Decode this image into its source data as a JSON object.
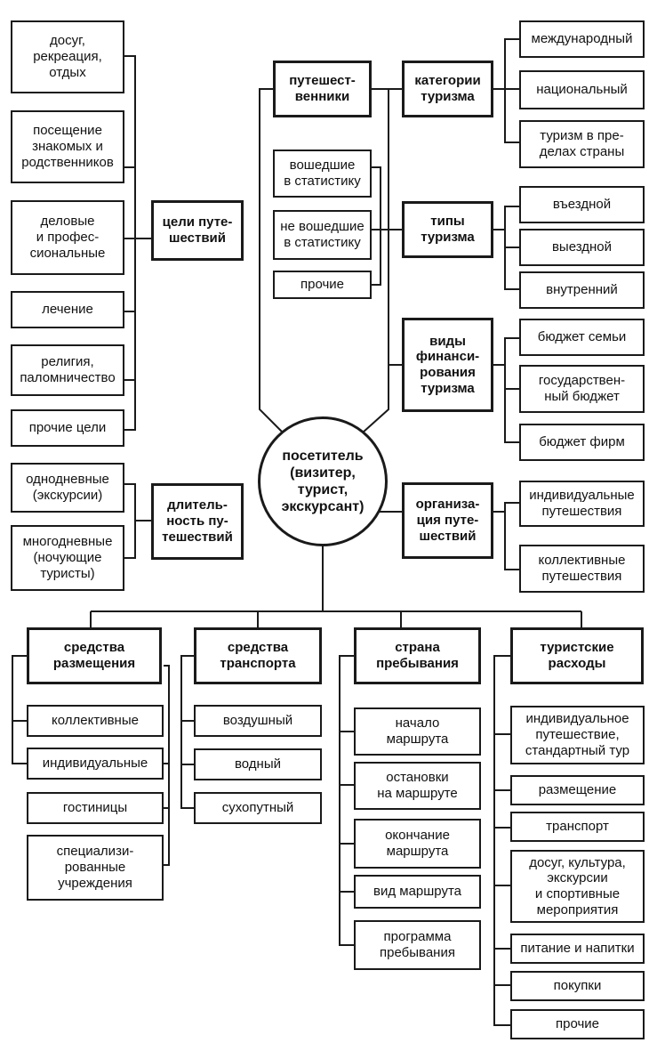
{
  "center": "посетитель\n(визитер,\nтурист,\nэкскурсант)",
  "goals": {
    "title": "цели путе-\nшествий",
    "items": [
      "досуг,\nрекреация,\nотдых",
      "посещение\nзнакомых и\nродственников",
      "деловые\nи профес-\nсиональные",
      "лечение",
      "религия,\nпаломничество",
      "прочие цели"
    ]
  },
  "duration": {
    "title": "длитель-\nность пу-\nтешествий",
    "items": [
      "однодневные\n(экскурсии)",
      "многодневные\n(ночующие\nтуристы)"
    ]
  },
  "travelers": {
    "title": "путешест-\nвенники",
    "items": [
      "вошедшие\nв статистику",
      "не вошедшие\nв статистику",
      "прочие"
    ]
  },
  "categories": {
    "title": "категории\nтуризма",
    "items": [
      "международный",
      "национальный",
      "туризм в пре-\nделах страны"
    ]
  },
  "types": {
    "title": "типы\nтуризма",
    "items": [
      "въездной",
      "выездной",
      "внутренний"
    ]
  },
  "financing": {
    "title": "виды\nфинанси-\nрования\nтуризма",
    "items": [
      "бюджет семьи",
      "государствен-\nный бюджет",
      "бюджет фирм"
    ]
  },
  "organization": {
    "title": "организа-\nция путе-\nшествий",
    "items": [
      "индивидуальные\nпутешествия",
      "коллективные\nпутешествия"
    ]
  },
  "accommodation": {
    "title": "средства\nразмещения",
    "items": [
      "коллективные",
      "индивидуальные",
      "гостиницы",
      "специализи-\nрованные\nучреждения"
    ]
  },
  "transport": {
    "title": "средства\nтранспорта",
    "items": [
      "воздушный",
      "водный",
      "сухопутный"
    ]
  },
  "country": {
    "title": "страна\nпребывания",
    "items": [
      "начало\nмаршрута",
      "остановки\nна маршруте",
      "окончание\nмаршрута",
      "вид маршрута",
      "программа\nпребывания"
    ]
  },
  "expenses": {
    "title": "туристские\nрасходы",
    "items": [
      "индивидуальное\nпутешествие,\nстандартный тур",
      "размещение",
      "транспорт",
      "досуг, культура,\nэкскурсии\nи спортивные\nмероприятия",
      "питание и напитки",
      "покупки",
      "прочие"
    ]
  }
}
